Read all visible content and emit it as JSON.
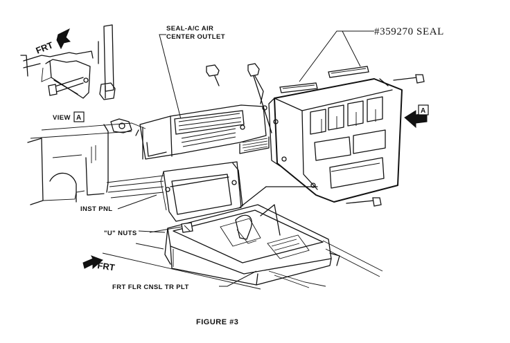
{
  "labels": {
    "seal_ac_air": "SEAL-A/C AIR",
    "center_outlet": "CENTER OUTLET",
    "part_number_seal": "#359270  SEAL",
    "frt_top": "FRT",
    "view_word": "VIEW",
    "view_letter": "A",
    "arrow_view_letter": "A",
    "inst_pnl": "INST PNL",
    "u_nuts": "\"U\" NUTS",
    "frt_bottom": "FRT",
    "frt_flr_cnsl": "FRT FLR CNSL TR PLT",
    "caption": "FIGURE #3"
  },
  "colors": {
    "ink": "#111111",
    "paper": "#ffffff"
  },
  "icons": {
    "front_arrow_top": "frt-arrow-icon",
    "front_arrow_bottom": "frt-arrow-icon",
    "view_arrow": "view-a-arrow-icon"
  }
}
